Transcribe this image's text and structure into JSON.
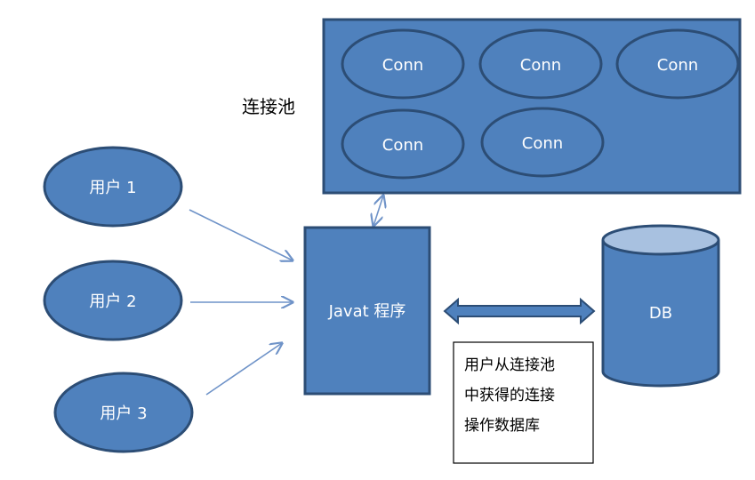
{
  "pool": {
    "label": "连接池",
    "connections": [
      "Conn",
      "Conn",
      "Conn",
      "Conn",
      "Conn"
    ]
  },
  "users": [
    "用户 1",
    "用户 2",
    "用户 3"
  ],
  "program": {
    "label": "Javat 程序"
  },
  "database": {
    "label": "DB"
  },
  "note": {
    "lines": [
      "用户从连接池",
      "中获得的连接",
      "操作数据库"
    ]
  },
  "colors": {
    "shape_fill": "#4f81bd",
    "shape_stroke": "#2c4d75",
    "arrow": "#6f93c8",
    "db_top": "#a8c1e0"
  }
}
